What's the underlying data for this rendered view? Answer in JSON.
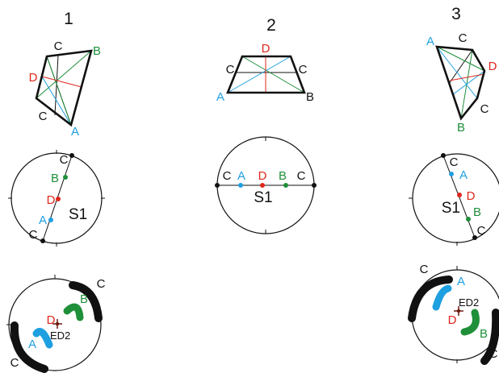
{
  "colors": {
    "black": "#111111",
    "blue": "#1e9fe0",
    "red": "#e0271c",
    "green": "#1f8f3a"
  },
  "columns": [
    {
      "number": "1",
      "quad": {
        "C_top": "C",
        "B": "B",
        "D": "D",
        "C_bottom": "C",
        "A": "A"
      },
      "stereonet": {
        "C_top": "C",
        "B": "B",
        "D": "D",
        "A": "A",
        "plane": "S1",
        "C_bottom": "C"
      },
      "density": {
        "C_top": "C",
        "B": "B",
        "D": "D",
        "center": "ED2",
        "A": "A",
        "C_bottom": "C"
      }
    },
    {
      "number": "2",
      "quad": {
        "D": "D",
        "C_left": "C",
        "C_right": "C",
        "A": "A",
        "B": "B"
      },
      "stereonet": {
        "C_left": "C",
        "A": "A",
        "D": "D",
        "B": "B",
        "C_right": "C",
        "plane": "S1"
      }
    },
    {
      "number": "3",
      "quad": {
        "A": "A",
        "C_top": "C",
        "D": "D",
        "C_right": "C",
        "B": "B"
      },
      "stereonet": {
        "C_top": "C",
        "A": "A",
        "D": "D",
        "plane": "S1",
        "B": "B",
        "C_bottom": "C"
      },
      "density": {
        "C_top": "C",
        "A": "A",
        "center": "ED2",
        "D": "D",
        "B": "B",
        "C_bottom": "C"
      }
    }
  ]
}
